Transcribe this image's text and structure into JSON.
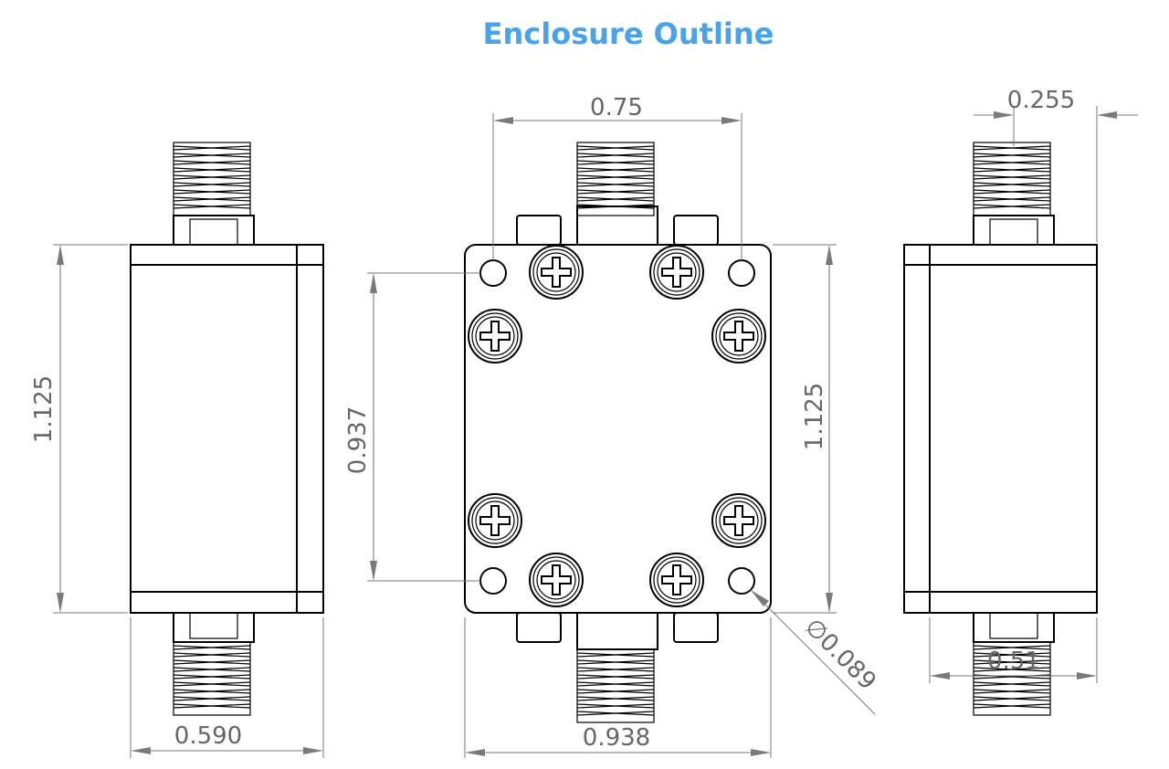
{
  "title": "Enclosure Outline",
  "colors": {
    "title": "#4aa3e8",
    "dimension": "#666666",
    "line": "#000000"
  },
  "dimensions": {
    "left_height": "1.125",
    "left_width": "0.590",
    "top_spacing": "0.75",
    "front_inner_height": "0.937",
    "front_height": "1.125",
    "front_width": "0.938",
    "hole_diameter": "∅0.089",
    "right_offset": "0.255",
    "right_width": "0.51"
  }
}
